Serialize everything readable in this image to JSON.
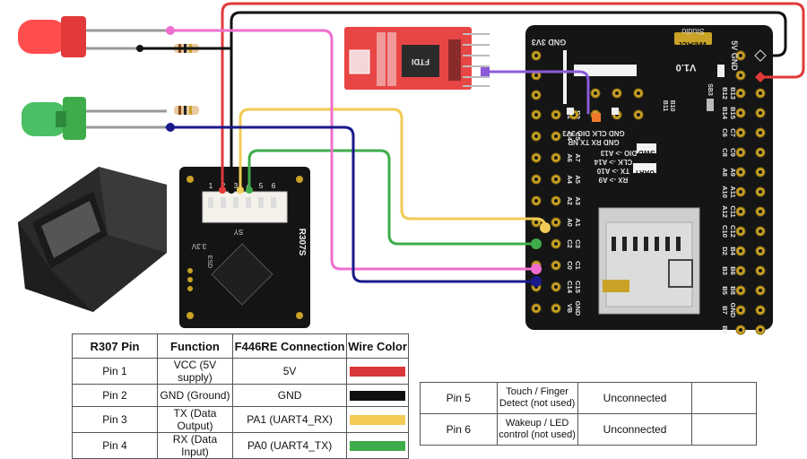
{
  "board": {
    "studio": "Studio",
    "brand": "WeAct",
    "version": "V1.0",
    "top_left_pins": "GND 3V3",
    "top_right_pins": "5V GND",
    "swd_row1": "GND RX TX NR",
    "swd_row2": "GND CLK DIO 3V3",
    "swd_title": "SWD",
    "uart_title": "UART",
    "dio": "DIO -> A13",
    "clk": "CLK -> A14",
    "tx": "TX -> A10",
    "rx": "RX -> A9",
    "sb3": "SB3",
    "b11": "B11",
    "b10": "B10",
    "left_col1": [
      "B1",
      "C4",
      "A6",
      "A4",
      "A2",
      "A0",
      "C2",
      "C0",
      "C14",
      "VB"
    ],
    "left_col2": [
      "B0",
      "C5",
      "A7",
      "A5",
      "A3",
      "A1",
      "C3",
      "C1",
      "C15",
      "GND"
    ],
    "right_col1": [
      "B12",
      "B14",
      "C6",
      "C8",
      "A8",
      "A10",
      "A12",
      "C10",
      "D2",
      "B3",
      "B5",
      "B7",
      "B9"
    ],
    "right_col2": [
      "B13",
      "B15",
      "C7",
      "C9",
      "A9",
      "A11",
      "C11",
      "C12",
      "B4",
      "B6",
      "B8",
      "GND"
    ]
  },
  "ftdi_label": "FTDI",
  "sensor": {
    "label": "R307S",
    "chip_label": "SY",
    "pin_numbers": [
      "1",
      "2",
      "3",
      "4",
      "5",
      "6"
    ],
    "left_label": "3.3V",
    "side_label": "ESD"
  },
  "table1": {
    "headers": [
      "R307 Pin",
      "Function",
      "F446RE Connection",
      "Wire Color"
    ],
    "rows": [
      {
        "pin": "Pin 1",
        "function": "VCC (5V supply)",
        "connection": "5V",
        "color": "#d9373a"
      },
      {
        "pin": "Pin 2",
        "function": "GND (Ground)",
        "connection": "GND",
        "color": "#0f0f0f"
      },
      {
        "pin": "Pin 3",
        "function": "TX (Data Output)",
        "connection": "PA1 (UART4_RX)",
        "color": "#f2cb55"
      },
      {
        "pin": "Pin 4",
        "function": "RX (Data Input)",
        "connection": "PA0 (UART4_TX)",
        "color": "#3fac4c"
      }
    ]
  },
  "table2": {
    "rows": [
      {
        "pin": "Pin 5",
        "function": "Touch / Finger Detect (not used)",
        "connection": "Unconnected",
        "color": ""
      },
      {
        "pin": "Pin 6",
        "function": "Wakeup / LED control (not used)",
        "connection": "Unconnected",
        "color": ""
      }
    ]
  },
  "colors": {
    "red_wire": "#e23a3a",
    "black_wire": "#111111",
    "pink_wire": "#ee6fd0",
    "yellow_wire": "#f2cb55",
    "green_wire": "#3fac4c",
    "navy_wire": "#1a1a8c",
    "purple_wire": "#8a5ad8",
    "orange_wire": "#f07a2c",
    "board": "#151515",
    "pad": "#c9a227",
    "ftdi": "#e84545"
  }
}
